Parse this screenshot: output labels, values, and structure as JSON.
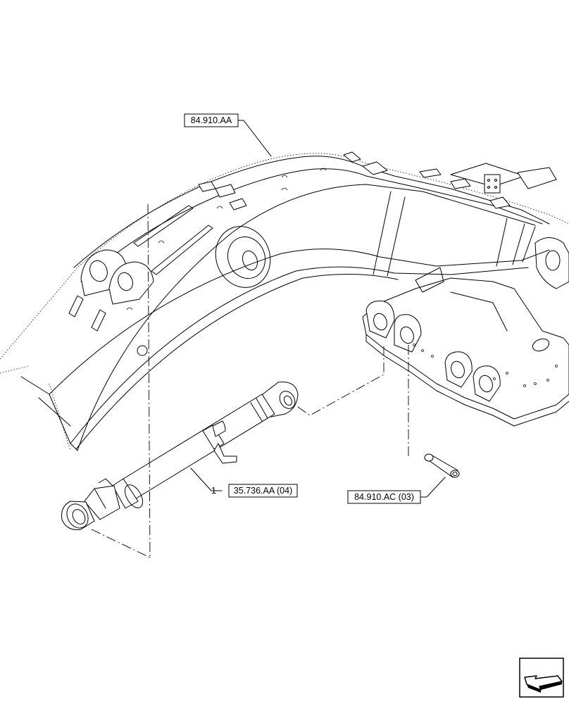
{
  "callouts": {
    "boom": "84.910.AA",
    "cylinder_item_number": "1",
    "cylinder": "35.736.AA (04)",
    "pin": "84.910.AC (03)"
  },
  "icons": {
    "view_direction": "view-direction-arrow-icon"
  }
}
